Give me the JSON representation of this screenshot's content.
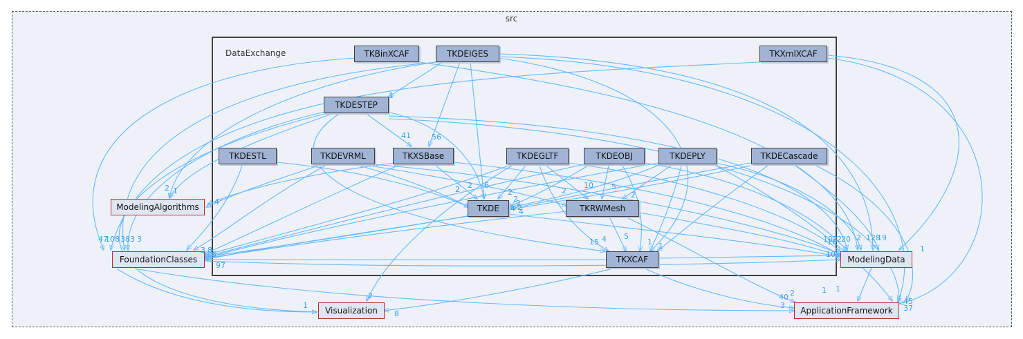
{
  "outer_label": "src",
  "inner_label": "DataExchange",
  "nodes": {
    "tkbinxcaf": "TKBinXCAF",
    "tkdeiges": "TKDEIGES",
    "tkxmlxcaf": "TKXmlXCAF",
    "tkdestep": "TKDESTEP",
    "tkdestl": "TKDESTL",
    "tkdevrml": "TKDEVRML",
    "tkxsbase": "TKXSBase",
    "tkdegltf": "TKDEGLTF",
    "tkdeobj": "TKDEOBJ",
    "tkdeply": "TKDEPLY",
    "tkdecascade": "TKDECascade",
    "tkde": "TKDE",
    "tkrwmesh": "TKRWMesh",
    "tkxcaf": "TKXCAF"
  },
  "external_nodes": {
    "modeling_algorithms": "ModelingAlgorithms",
    "foundation_classes": "FoundationClasses",
    "modeling_data": "ModelingData",
    "visualization": "Visualization",
    "application_framework": "ApplicationFramework"
  },
  "edge_counts": {
    "c1": "1",
    "c2": "41",
    "c3": "56",
    "c4": "2",
    "c5": "1",
    "c6": "4",
    "c7": "2",
    "c8": "2",
    "c9": "6",
    "c10": "2",
    "c11": "2",
    "c12": "10",
    "c13": "2",
    "c14": "2",
    "c15": "5",
    "c16": "2",
    "c17": "2",
    "c18": "4",
    "c19": "4",
    "c20": "15",
    "c21": "4",
    "c22": "5",
    "c23": "1",
    "c24": "1",
    "c25": "47",
    "c26": "108",
    "c27": "38",
    "c28": "3",
    "c29": "3",
    "c30": "97",
    "c31": "10",
    "c32": "10",
    "c33": "1",
    "c34": "2",
    "c35": "8",
    "c36": "1",
    "c37": "40",
    "c38": "2",
    "c39": "1",
    "c40": "1",
    "c41": "3",
    "c42": "102",
    "c43": "2",
    "c44": "20",
    "c45": "2",
    "c46": "128",
    "c47": "19",
    "c48": "45",
    "c49": "37",
    "c50": "8",
    "c51": "6",
    "c52": "3"
  }
}
